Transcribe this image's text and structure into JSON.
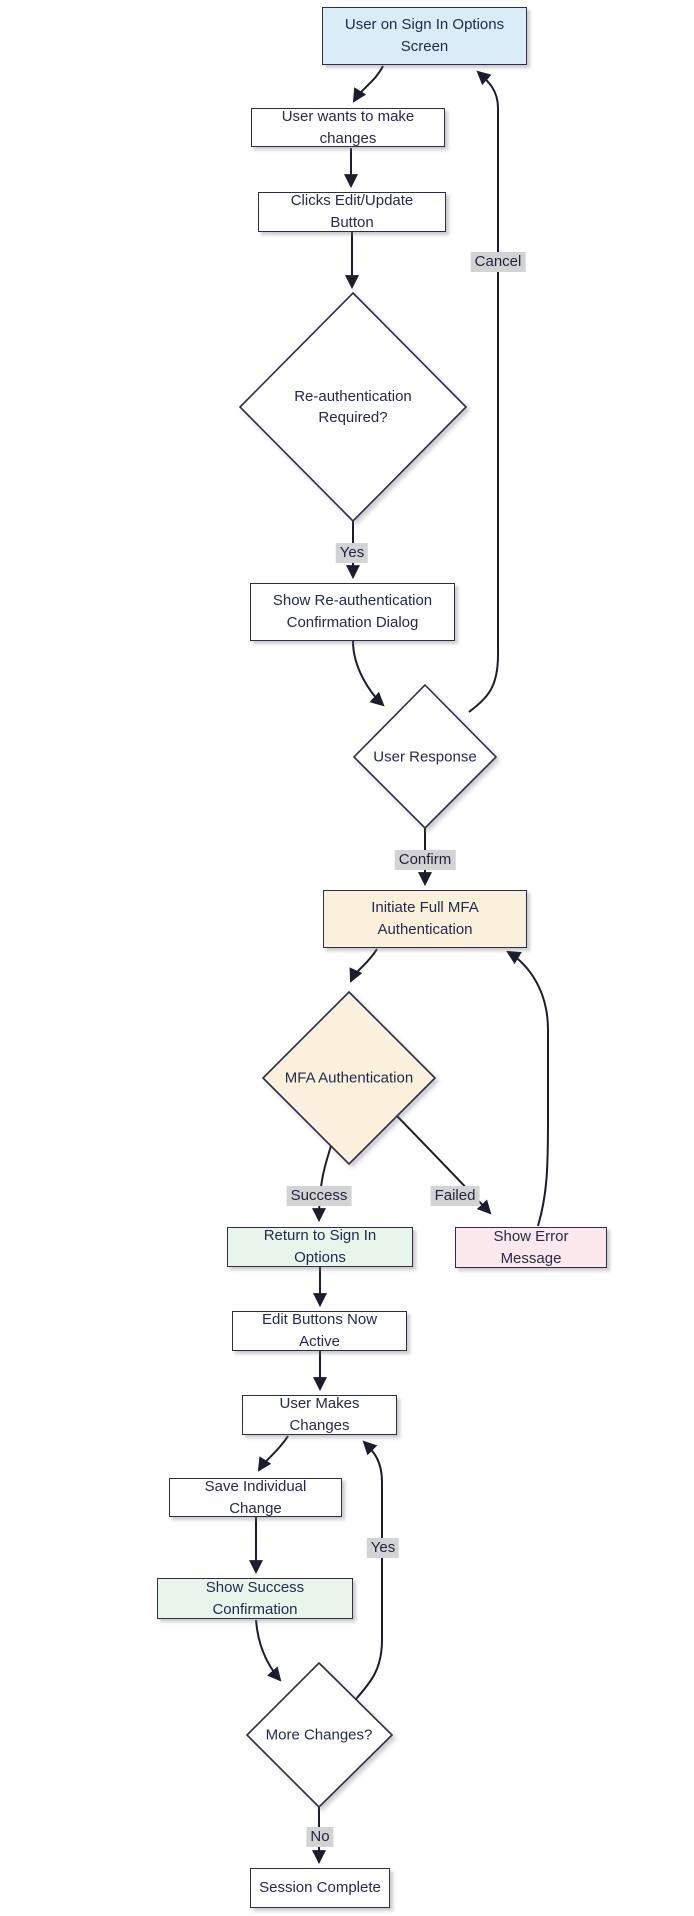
{
  "diagram": {
    "type": "flowchart",
    "direction": "top-down",
    "colors": {
      "background": "#ffffff",
      "node_border": "#2b2e48",
      "node_text": "#232a4d",
      "edge_stroke": "#1b1d2c",
      "edge_label_bg": "#d3d3d3",
      "fill_default": "#ffffff",
      "fill_start_blue": "#d9ecf8",
      "fill_mfa_cream": "#faf0dc",
      "fill_success_green": "#e9f4ea",
      "fill_error_pink": "#fbe8ec"
    },
    "nodes": {
      "signInOptions": {
        "label": "User on Sign In Options Screen",
        "shape": "rect",
        "fill": "blue"
      },
      "wantsChanges": {
        "label": "User wants to make changes",
        "shape": "rect",
        "fill": "white"
      },
      "clicksEdit": {
        "label": "Clicks Edit/Update Button",
        "shape": "rect",
        "fill": "white"
      },
      "reauthRequired": {
        "label": "Re-authentication Required?",
        "shape": "diamond",
        "fill": "white"
      },
      "showReauthDialog": {
        "label": "Show Re-authentication Confirmation Dialog",
        "shape": "rect",
        "fill": "white"
      },
      "userResponse": {
        "label": "User Response",
        "shape": "diamond",
        "fill": "white"
      },
      "initiateMfa": {
        "label": "Initiate Full MFA Authentication",
        "shape": "rect",
        "fill": "cream"
      },
      "mfaAuth": {
        "label": "MFA Authentication",
        "shape": "diamond",
        "fill": "cream"
      },
      "returnSignIn": {
        "label": "Return to Sign In Options",
        "shape": "rect",
        "fill": "green"
      },
      "showError": {
        "label": "Show Error Message",
        "shape": "rect",
        "fill": "pink"
      },
      "editActive": {
        "label": "Edit Buttons Now Active",
        "shape": "rect",
        "fill": "white"
      },
      "userMakesChanges": {
        "label": "User Makes Changes",
        "shape": "rect",
        "fill": "white"
      },
      "saveChange": {
        "label": "Save Individual Change",
        "shape": "rect",
        "fill": "white"
      },
      "successConfirm": {
        "label": "Show Success Confirmation",
        "shape": "rect",
        "fill": "green"
      },
      "moreChanges": {
        "label": "More Changes?",
        "shape": "diamond",
        "fill": "white"
      },
      "sessionComplete": {
        "label": "Session Complete",
        "shape": "rect",
        "fill": "white"
      }
    },
    "edges": [
      {
        "from": "signInOptions",
        "to": "wantsChanges",
        "label": ""
      },
      {
        "from": "wantsChanges",
        "to": "clicksEdit",
        "label": ""
      },
      {
        "from": "clicksEdit",
        "to": "reauthRequired",
        "label": ""
      },
      {
        "from": "reauthRequired",
        "to": "showReauthDialog",
        "label": "Yes"
      },
      {
        "from": "showReauthDialog",
        "to": "userResponse",
        "label": ""
      },
      {
        "from": "userResponse",
        "to": "initiateMfa",
        "label": "Confirm"
      },
      {
        "from": "userResponse",
        "to": "signInOptions",
        "label": "Cancel"
      },
      {
        "from": "initiateMfa",
        "to": "mfaAuth",
        "label": ""
      },
      {
        "from": "mfaAuth",
        "to": "returnSignIn",
        "label": "Success"
      },
      {
        "from": "mfaAuth",
        "to": "showError",
        "label": "Failed"
      },
      {
        "from": "showError",
        "to": "initiateMfa",
        "label": ""
      },
      {
        "from": "returnSignIn",
        "to": "editActive",
        "label": ""
      },
      {
        "from": "editActive",
        "to": "userMakesChanges",
        "label": ""
      },
      {
        "from": "userMakesChanges",
        "to": "saveChange",
        "label": ""
      },
      {
        "from": "saveChange",
        "to": "successConfirm",
        "label": ""
      },
      {
        "from": "successConfirm",
        "to": "moreChanges",
        "label": ""
      },
      {
        "from": "moreChanges",
        "to": "userMakesChanges",
        "label": "Yes"
      },
      {
        "from": "moreChanges",
        "to": "sessionComplete",
        "label": "No"
      }
    ]
  }
}
